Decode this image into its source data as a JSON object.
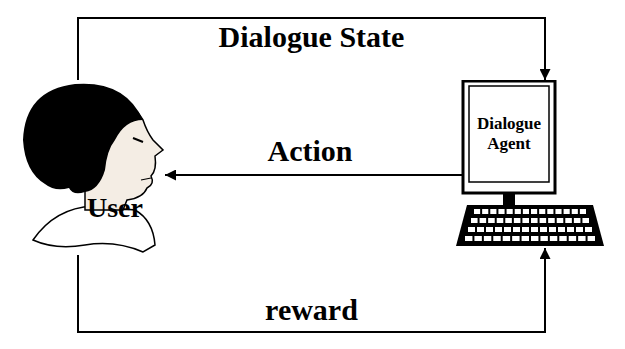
{
  "diagram": {
    "nodes": [
      {
        "text": [
          "User"
        ]
      },
      {
        "text": [
          "Dialogue Agent"
        ]
      }
    ],
    "edges": [
      {
        "from": 0,
        "to": 1,
        "label": "Dialogue State",
        "arrow": "to"
      },
      {
        "from": 1,
        "to": 0,
        "label": "Action",
        "arrow": "to"
      },
      {
        "from": 0,
        "to": 1,
        "label": "reward",
        "arrow": "to"
      }
    ]
  }
}
